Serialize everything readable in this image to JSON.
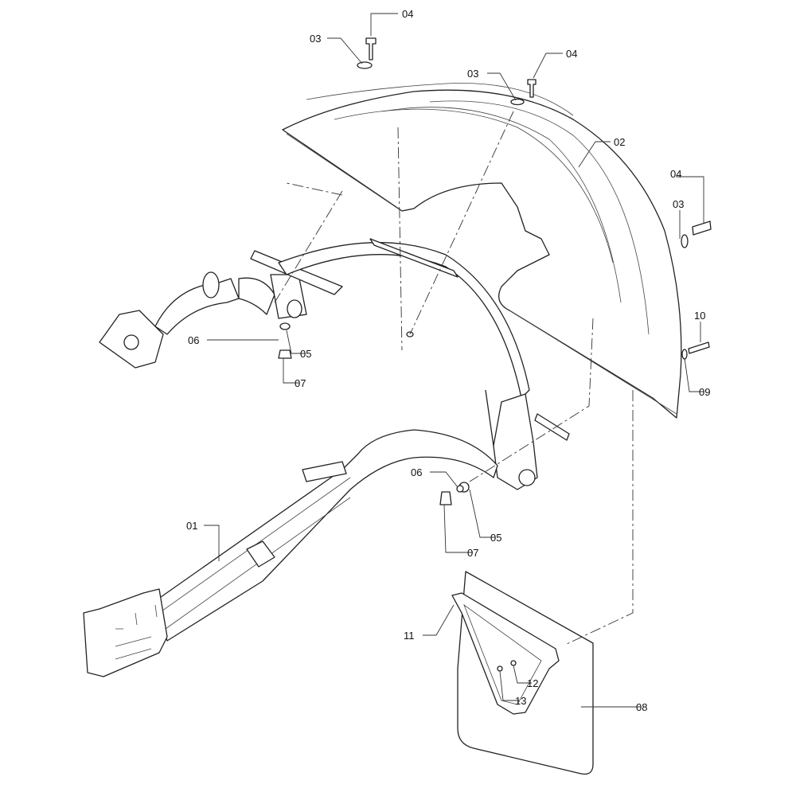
{
  "callouts": [
    {
      "id": "c1",
      "text": "04"
    },
    {
      "id": "c2",
      "text": "03"
    },
    {
      "id": "c3",
      "text": "04"
    },
    {
      "id": "c4",
      "text": "03"
    },
    {
      "id": "c5",
      "text": "02"
    },
    {
      "id": "c6",
      "text": "04"
    },
    {
      "id": "c7",
      "text": "03"
    },
    {
      "id": "c8",
      "text": "10"
    },
    {
      "id": "c9",
      "text": "09"
    },
    {
      "id": "c10",
      "text": "06"
    },
    {
      "id": "c11",
      "text": "05"
    },
    {
      "id": "c12",
      "text": "07"
    },
    {
      "id": "c13",
      "text": "06"
    },
    {
      "id": "c14",
      "text": "05"
    },
    {
      "id": "c15",
      "text": "07"
    },
    {
      "id": "c16",
      "text": "01"
    },
    {
      "id": "c17",
      "text": "11"
    },
    {
      "id": "c18",
      "text": "12"
    },
    {
      "id": "c19",
      "text": "13"
    },
    {
      "id": "c20",
      "text": "08"
    }
  ]
}
